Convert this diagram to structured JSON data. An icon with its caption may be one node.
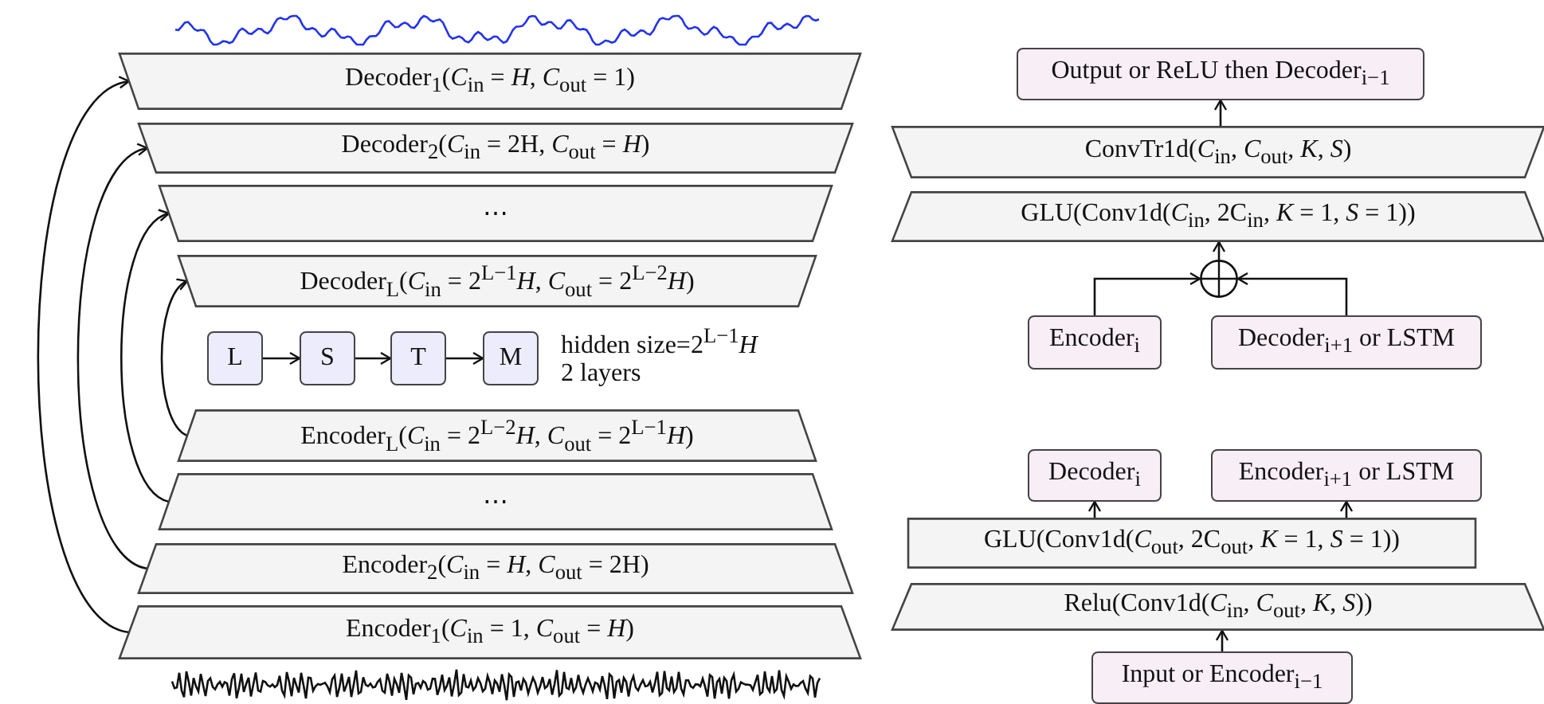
{
  "diagram": {
    "nodes": [
      {
        "text": [
          "Decoder$_{1}$(*C*$_{in}$ = *H*, *C*$_{out}$ = 1)"
        ]
      },
      {
        "text": [
          "Decoder$_{2}$(*C*$_{in}$ = 2H, *C*$_{out}$ = *H*)"
        ]
      },
      {
        "text": [
          "⋯"
        ]
      },
      {
        "text": [
          "Decoder$_{L}$(*C*$_{in}$ = 2$^{L−1}$*H*, *C*$_{out}$ = 2$^{L−2}$*H*)"
        ]
      },
      {
        "text": [
          "L"
        ]
      },
      {
        "text": [
          "S"
        ]
      },
      {
        "text": [
          "T"
        ]
      },
      {
        "text": [
          "M"
        ]
      },
      {
        "text": [
          "Encoder$_{L}$(*C*$_{in}$ = 2$^{L−2}$*H*, *C*$_{out}$ = 2$^{L−1}$*H*)"
        ]
      },
      {
        "text": [
          "⋯"
        ]
      },
      {
        "text": [
          "Encoder$_{2}$(*C*$_{in}$ = *H*, *C*$_{out}$ = 2H)"
        ]
      },
      {
        "text": [
          "Encoder$_{1}$(*C*$_{in}$ = 1, *C*$_{out}$ = *H*)"
        ]
      },
      {
        "text": [
          "Output or ReLU then Decoder$_{i−1}$"
        ]
      },
      {
        "text": [
          "ConvTr1d(*C*$_{in}$, *C*$_{out}$, *K*, *S*)"
        ]
      },
      {
        "text": [
          "GLU(Conv1d(*C*$_{in}$, 2C$_{in}$, *K* = 1, *S* = 1))"
        ]
      },
      {
        "text": [],
        "shape": "circle"
      },
      {
        "text": [
          "Encoder$_{i}$"
        ]
      },
      {
        "text": [
          "Decoder$_{i+1}$ or LSTM"
        ]
      },
      {
        "text": [
          "Decoder$_{i}$"
        ]
      },
      {
        "text": [
          "Encoder$_{i+1}$ or LSTM"
        ]
      },
      {
        "text": [
          "GLU(Conv1d(*C*$_{out}$, 2C$_{out}$, *K* = 1, *S* = 1))"
        ]
      },
      {
        "text": [
          "Relu(Conv1d(*C*$_{in}$, *C*$_{out}$, *K*, *S*))"
        ]
      },
      {
        "text": [
          "Input or Encoder$_{i−1}$"
        ]
      }
    ],
    "edges": [
      {
        "from": 11,
        "to": 0,
        "arrow": "to"
      },
      {
        "from": 10,
        "to": 1,
        "arrow": "to"
      },
      {
        "from": 9,
        "to": 2,
        "arrow": "to"
      },
      {
        "from": 8,
        "to": 3,
        "arrow": "to"
      },
      {
        "from": 4,
        "to": 5,
        "arrow": "to"
      },
      {
        "from": 5,
        "to": 6,
        "arrow": "to"
      },
      {
        "from": 6,
        "to": 7,
        "arrow": "to"
      },
      {
        "from": 13,
        "to": 12,
        "arrow": "to"
      },
      {
        "from": 15,
        "to": 14,
        "arrow": "to"
      },
      {
        "from": 16,
        "to": 15,
        "arrow": "to"
      },
      {
        "from": 17,
        "to": 15,
        "arrow": "to"
      },
      {
        "from": 20,
        "to": 18,
        "arrow": "to"
      },
      {
        "from": 20,
        "to": 19,
        "arrow": "to"
      },
      {
        "from": 22,
        "to": 21,
        "arrow": "to"
      }
    ],
    "labels": [
      "hidden size=2$^{L−1}$*H*",
      "2 layers"
    ]
  }
}
